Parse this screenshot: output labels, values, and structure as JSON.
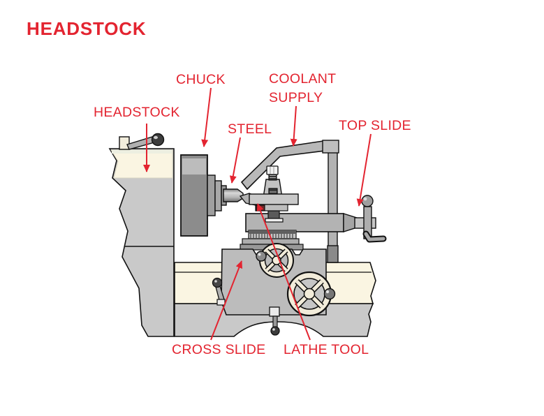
{
  "title": "HEADSTOCK",
  "callouts": {
    "chuck": "CHUCK",
    "headstock": "HEADSTOCK",
    "coolant_supply": "COOLANT SUPPLY",
    "steel": "STEEL",
    "top_slide": "TOP SLIDE",
    "cross_slide": "CROSS SLIDE",
    "lathe_tool": "LATHE TOOL"
  },
  "colors": {
    "label_red": "#e32430",
    "machine_light_gray": "#c9c9c9",
    "machine_mid_gray": "#b3b3b3",
    "chuck_gray": "#8c8c8c",
    "bed_cream": "#faf5e2",
    "handwheel_cream": "#f2ecda",
    "tool_clamp_maroon": "#6d2828",
    "outline_black": "#111111"
  }
}
